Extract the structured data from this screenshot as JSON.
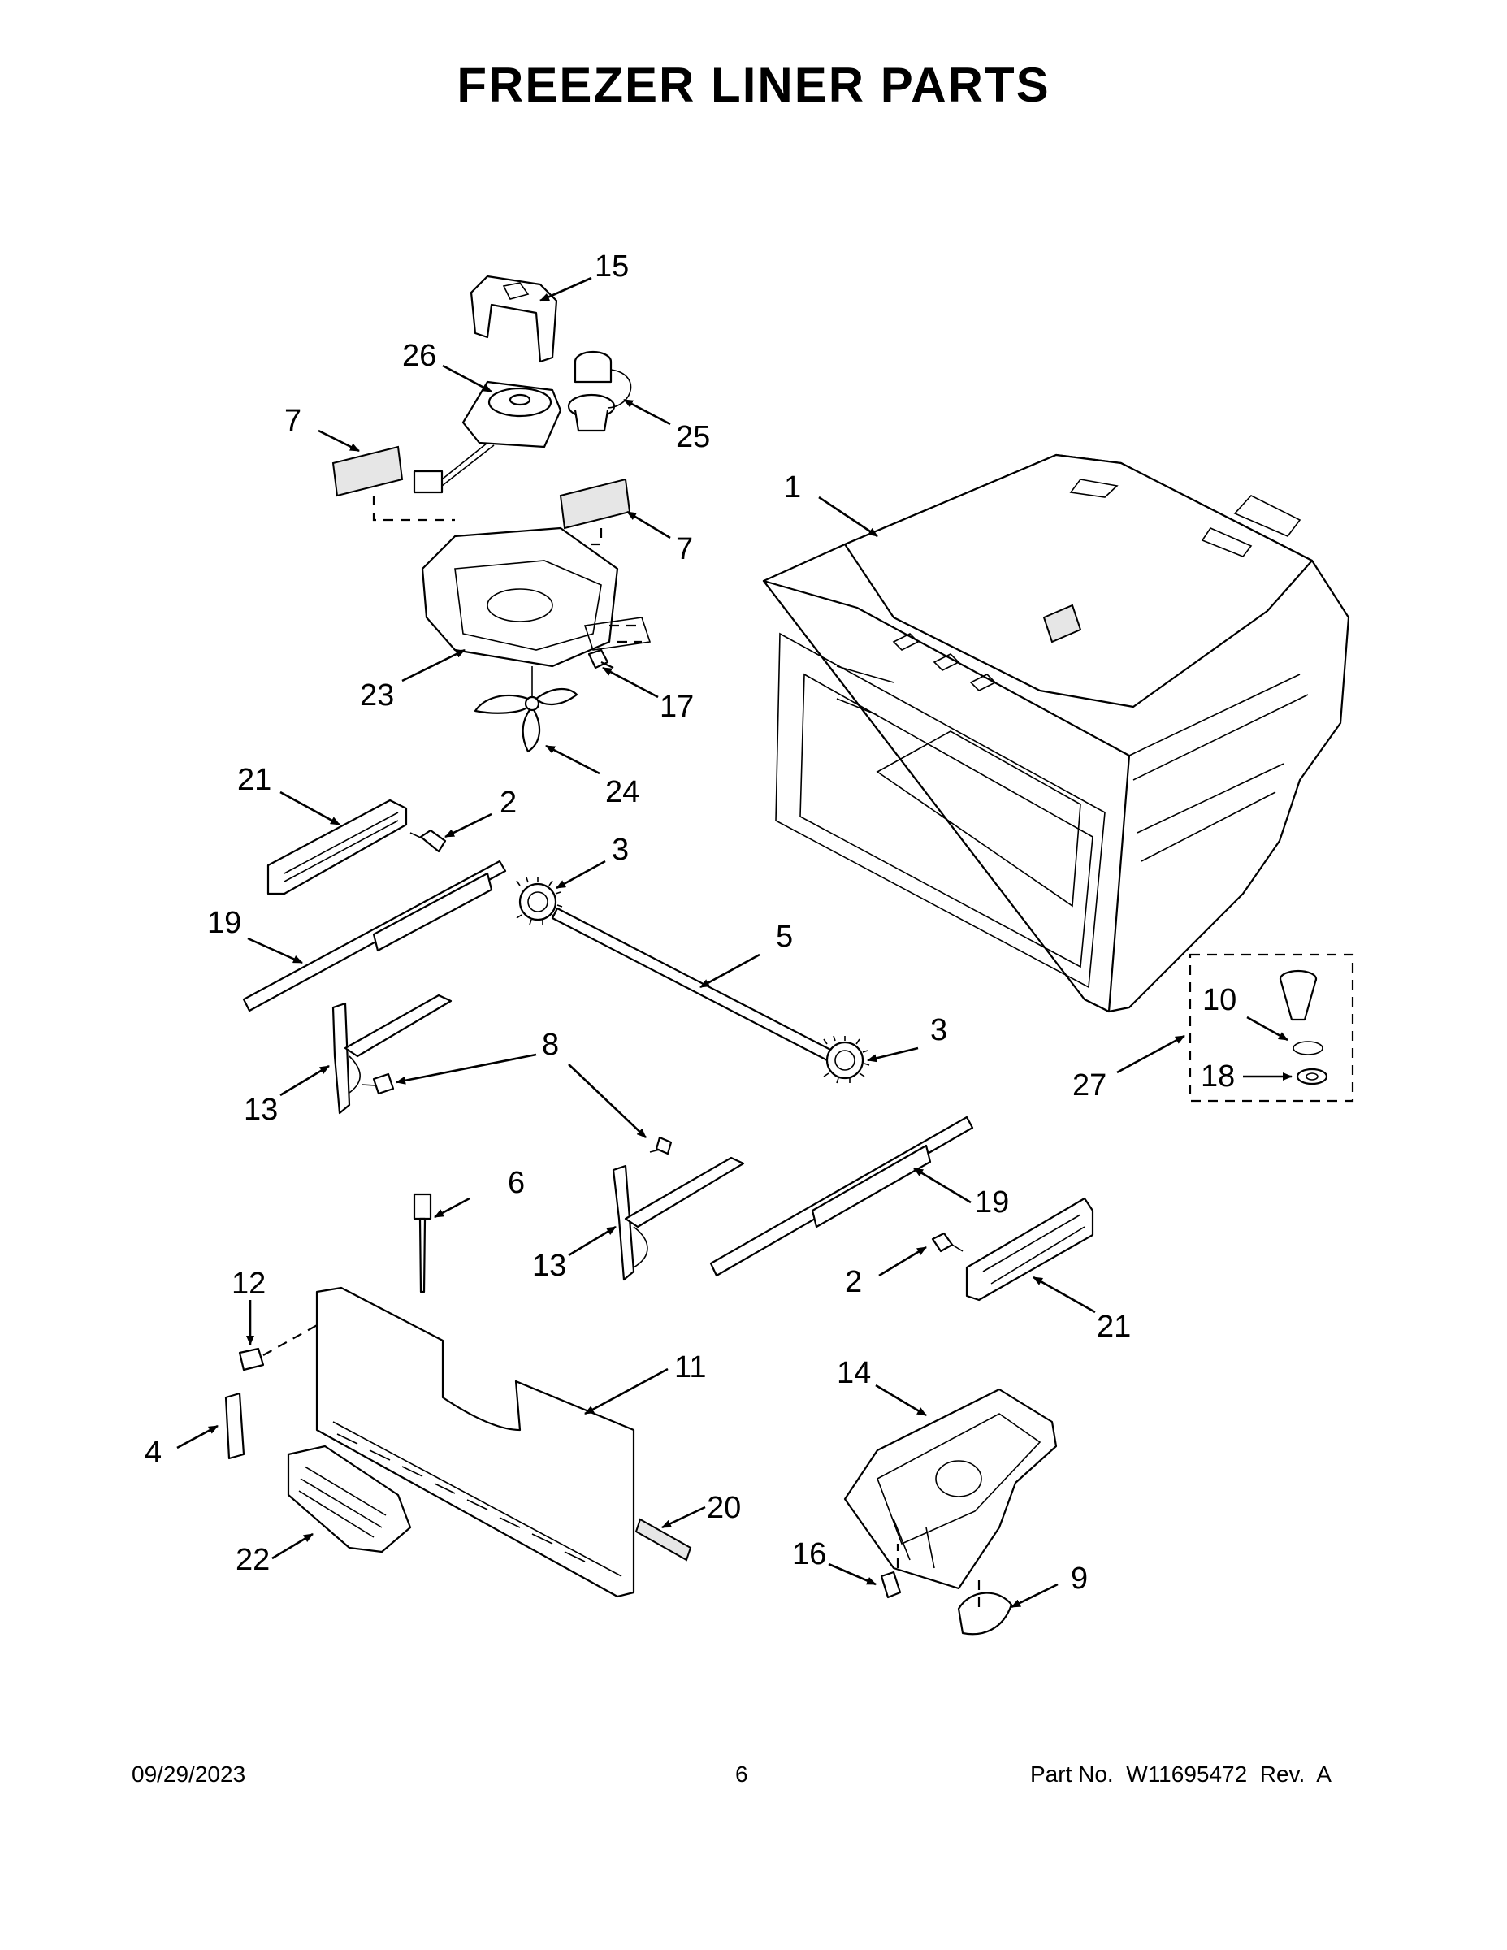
{
  "page": {
    "title": "FREEZER LINER PARTS",
    "date": "09/29/2023",
    "page_number": "6",
    "part_number": "Part No.  W11695472  Rev.  A"
  },
  "callouts": [
    "15",
    "26",
    "25",
    "7",
    "7",
    "1",
    "23",
    "17",
    "24",
    "21",
    "2",
    "3",
    "19",
    "5",
    "3",
    "8",
    "13",
    "27",
    "10",
    "18",
    "6",
    "13",
    "19",
    "2",
    "21",
    "12",
    "11",
    "14",
    "4",
    "20",
    "22",
    "16",
    "9"
  ]
}
